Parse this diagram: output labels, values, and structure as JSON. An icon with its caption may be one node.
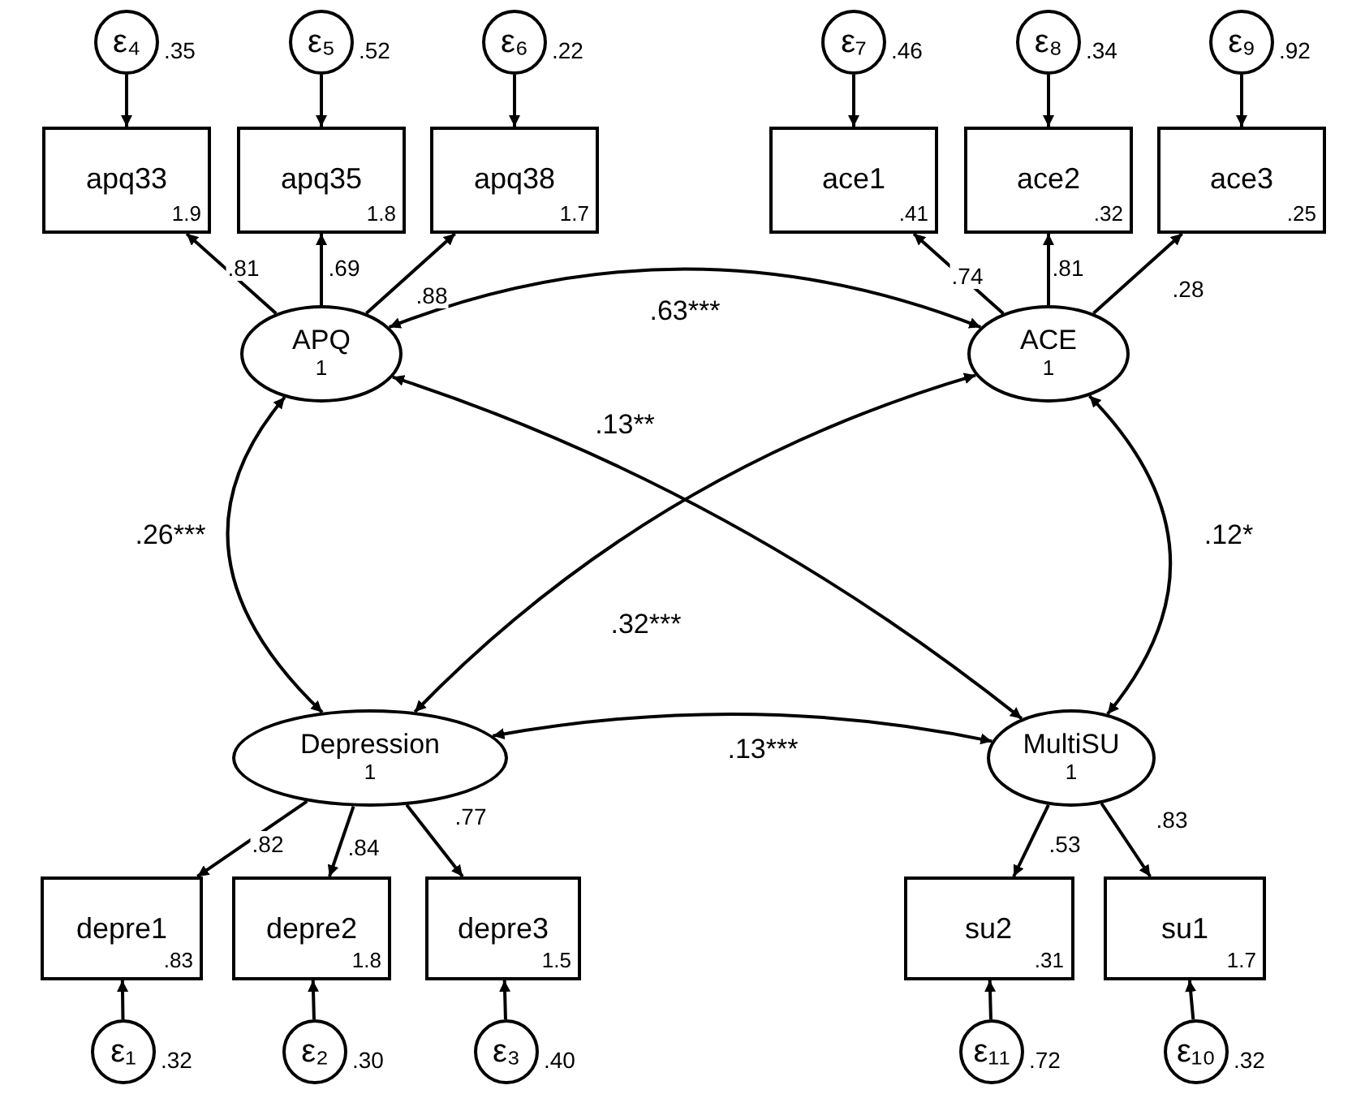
{
  "diagram": {
    "nodes": [
      {
        "text": [
          "ε₄"
        ],
        "beside": [
          ".35"
        ]
      },
      {
        "text": [
          "ε₅"
        ],
        "beside": [
          ".52"
        ]
      },
      {
        "text": [
          "ε₆"
        ],
        "beside": [
          ".22"
        ]
      },
      {
        "text": [
          "ε₇"
        ],
        "beside": [
          ".46"
        ]
      },
      {
        "text": [
          "ε₈"
        ],
        "beside": [
          ".34"
        ]
      },
      {
        "text": [
          "ε₉"
        ],
        "beside": [
          ".92"
        ]
      },
      {
        "text": [
          "apq33",
          "1.9"
        ]
      },
      {
        "text": [
          "apq35",
          "1.8"
        ]
      },
      {
        "text": [
          "apq38",
          "1.7"
        ]
      },
      {
        "text": [
          "ace1",
          ".41"
        ]
      },
      {
        "text": [
          "ace2",
          ".32"
        ]
      },
      {
        "text": [
          "ace3",
          ".25"
        ]
      },
      {
        "text": [
          "APQ",
          "1"
        ]
      },
      {
        "text": [
          "ACE",
          "1"
        ]
      },
      {
        "text": [
          "Depression",
          "1"
        ]
      },
      {
        "text": [
          "MultiSU",
          "1"
        ]
      },
      {
        "text": [
          "depre1",
          ".83"
        ]
      },
      {
        "text": [
          "depre2",
          "1.8"
        ]
      },
      {
        "text": [
          "depre3",
          "1.5"
        ]
      },
      {
        "text": [
          "su2",
          ".31"
        ]
      },
      {
        "text": [
          "su1",
          "1.7"
        ]
      },
      {
        "text": [
          "ε₁"
        ],
        "beside": [
          ".32"
        ]
      },
      {
        "text": [
          "ε₂"
        ],
        "beside": [
          ".30"
        ]
      },
      {
        "text": [
          "ε₃"
        ],
        "beside": [
          ".40"
        ]
      },
      {
        "text": [
          "ε₁₁"
        ],
        "beside": [
          ".72"
        ]
      },
      {
        "text": [
          "ε₁₀"
        ],
        "beside": [
          ".32"
        ]
      }
    ],
    "edges": [
      {
        "from": 0,
        "to": 6,
        "arrow": "to"
      },
      {
        "from": 1,
        "to": 7,
        "arrow": "to"
      },
      {
        "from": 2,
        "to": 8,
        "arrow": "to"
      },
      {
        "from": 3,
        "to": 9,
        "arrow": "to"
      },
      {
        "from": 4,
        "to": 10,
        "arrow": "to"
      },
      {
        "from": 5,
        "to": 11,
        "arrow": "to"
      },
      {
        "from": 12,
        "to": 6,
        "arrow": "to",
        "label": ".81"
      },
      {
        "from": 12,
        "to": 7,
        "arrow": "to",
        "label": ".69"
      },
      {
        "from": 12,
        "to": 8,
        "arrow": "to",
        "label": ".88"
      },
      {
        "from": 13,
        "to": 9,
        "arrow": "to",
        "label": ".74"
      },
      {
        "from": 13,
        "to": 10,
        "arrow": "to",
        "label": ".81"
      },
      {
        "from": 13,
        "to": 11,
        "arrow": "to",
        "label": ".28"
      },
      {
        "from": 12,
        "to": 13,
        "arrow": "both",
        "label": ".63***"
      },
      {
        "from": 12,
        "to": 15,
        "arrow": "both",
        "label": ".13**"
      },
      {
        "from": 12,
        "to": 14,
        "arrow": "both",
        "label": ".26***"
      },
      {
        "from": 13,
        "to": 15,
        "arrow": "both",
        "label": ".12*"
      },
      {
        "from": 13,
        "to": 14,
        "arrow": "both",
        "label": ".32***"
      },
      {
        "from": 14,
        "to": 15,
        "arrow": "both",
        "label": ".13***"
      },
      {
        "from": 14,
        "to": 16,
        "arrow": "to",
        "label": ".82"
      },
      {
        "from": 14,
        "to": 17,
        "arrow": "to",
        "label": ".84"
      },
      {
        "from": 14,
        "to": 18,
        "arrow": "to",
        "label": ".77"
      },
      {
        "from": 15,
        "to": 19,
        "arrow": "to",
        "label": ".53"
      },
      {
        "from": 15,
        "to": 20,
        "arrow": "to",
        "label": ".83"
      },
      {
        "from": 21,
        "to": 16,
        "arrow": "to"
      },
      {
        "from": 22,
        "to": 17,
        "arrow": "to"
      },
      {
        "from": 23,
        "to": 18,
        "arrow": "to"
      },
      {
        "from": 24,
        "to": 19,
        "arrow": "to"
      },
      {
        "from": 25,
        "to": 20,
        "arrow": "to"
      }
    ]
  }
}
